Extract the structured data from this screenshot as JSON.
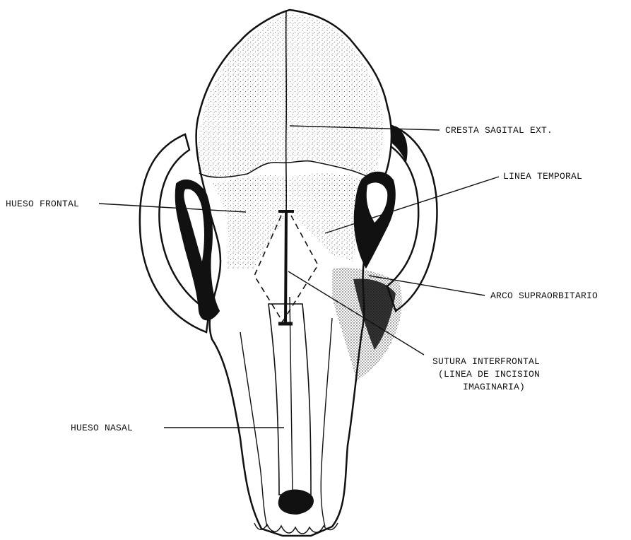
{
  "diagram": {
    "labels": {
      "cresta": "CRESTA SAGITAL EXT.",
      "linea_temporal": "LINEA TEMPORAL",
      "hueso_frontal": "HUESO FRONTAL",
      "arco": "ARCO SUPRAORBITARIO",
      "sutura_1": "SUTURA INTERFRONTAL",
      "sutura_2": "(LINEA DE INCISION",
      "sutura_3": "IMAGINARIA)",
      "hueso_nasal": "HUESO NASAL"
    },
    "colors": {
      "ink": "#111111",
      "paper": "#ffffff"
    }
  }
}
